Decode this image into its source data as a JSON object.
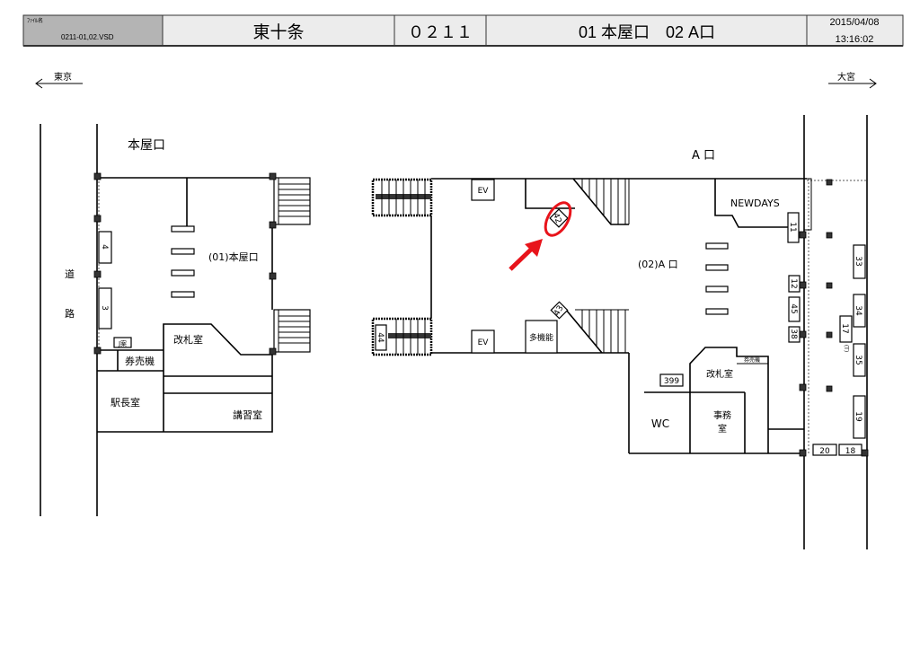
{
  "header": {
    "file_label": "ﾌｧｲﾙ名",
    "file_name": "0211-01,02.VSD",
    "station": "東十条",
    "code": "０２１１",
    "entrances": "01 本屋口　02 A口",
    "date": "2015/04/08",
    "time": "13:16:02"
  },
  "directions": {
    "left": "東京",
    "right": "大宮"
  },
  "left_plan": {
    "title": "本屋口",
    "gate_label": "(01)本屋口",
    "road": [
      "道",
      "路"
    ],
    "ad_boxes": [
      "4",
      "3"
    ],
    "sign": "J案",
    "rooms": {
      "ticket_office": "改札室",
      "ticket_machine": "券売機",
      "station_master": "駅長室",
      "lecture_room": "講習室"
    }
  },
  "center_plan": {
    "elevators": [
      "EV",
      "EV"
    ],
    "multi_toilet": "多機能",
    "ad_boxes": {
      "highlighted": "42",
      "stair": "43",
      "left_stair": "44"
    }
  },
  "right_plan": {
    "title": "A 口",
    "gate_label": "(02)A 口",
    "shop": "NEWDAYS",
    "rooms": {
      "ticket_office": "改札室",
      "ticket_machine": "券売機",
      "wc": "WC",
      "office": [
        "事務",
        "室"
      ]
    },
    "ad_boxes": [
      "11",
      "12",
      "45",
      "38",
      "33",
      "34",
      "17",
      "35",
      "19",
      "20",
      "18",
      "399"
    ],
    "note": "(T)"
  },
  "colors": {
    "highlight": "#e8141b",
    "header_gray": "#b4b4b4",
    "header_light": "#ececec"
  }
}
